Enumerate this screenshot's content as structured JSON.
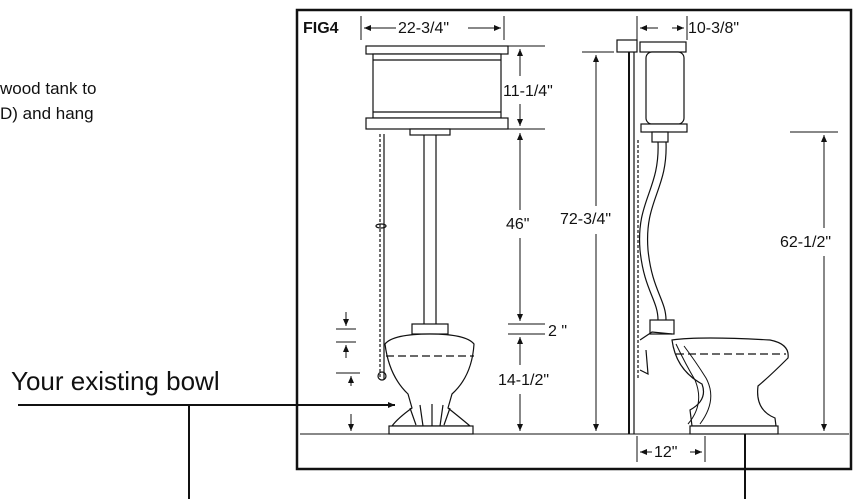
{
  "intro_text": {
    "line1": "wood tank to",
    "line2": "D) and hang"
  },
  "callout": {
    "label": "Your existing bowl"
  },
  "figure": {
    "title": "FIG4",
    "dimensions": {
      "tank_width": "22-3/4\"",
      "tank_depth": "10-3/8\"",
      "tank_height": "11-1/4\"",
      "pipe_length": "46\"",
      "overall_height": "72-3/4\"",
      "tank_bottom_height": "62-1/2\"",
      "gap": "2 \"",
      "bowl_height": "14-1/2\"",
      "rough_in": "12\""
    }
  }
}
